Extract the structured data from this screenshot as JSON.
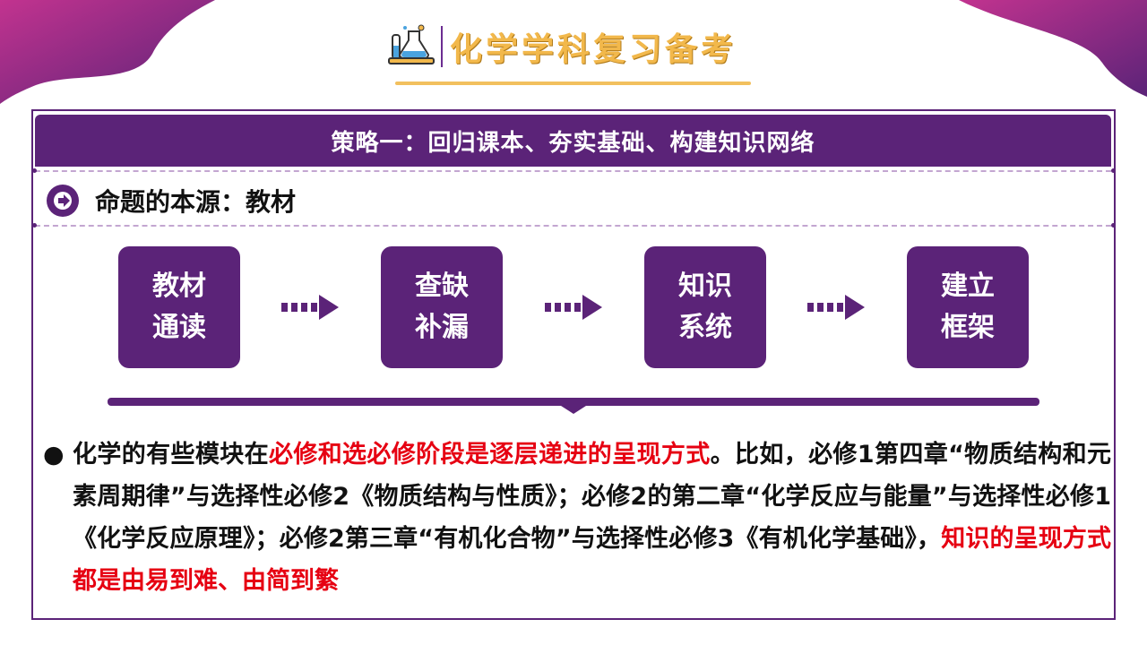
{
  "header": {
    "title": "化学学科复习备考",
    "logo_icon": "chemistry-lab-icon"
  },
  "strategy": {
    "title": "策略一：回归课本、夯实基础、构建知识网络"
  },
  "section": {
    "title": "命题的本源：教材",
    "icon": "arrow-right-circle-icon"
  },
  "flow": [
    {
      "line1": "教材",
      "line2": "通读"
    },
    {
      "line1": "查缺",
      "line2": "补漏"
    },
    {
      "line1": "知识",
      "line2": "系统"
    },
    {
      "line1": "建立",
      "line2": "框架"
    }
  ],
  "paragraph": {
    "bullet": "●",
    "part1": "化学的有些模块在",
    "part2_red": "必修和选必修阶段是逐层递进的呈现方式",
    "part3": "。比如，必修1第四章“物质结构和元素周期律”与选择性必修2《物质结构与性质》；必修2的第二章“化学反应与能量”与选择性必修1《化学反应原理》；必修2第三章“有机化合物”与选择性必修3《有机化学基础》，",
    "part4_red": "知识的呈现方式都是由易到难、由简到繁"
  },
  "colors": {
    "purple": "#5b2378",
    "gold": "#f2b84b",
    "red": "#e60012",
    "magenta": "#c2338f"
  }
}
